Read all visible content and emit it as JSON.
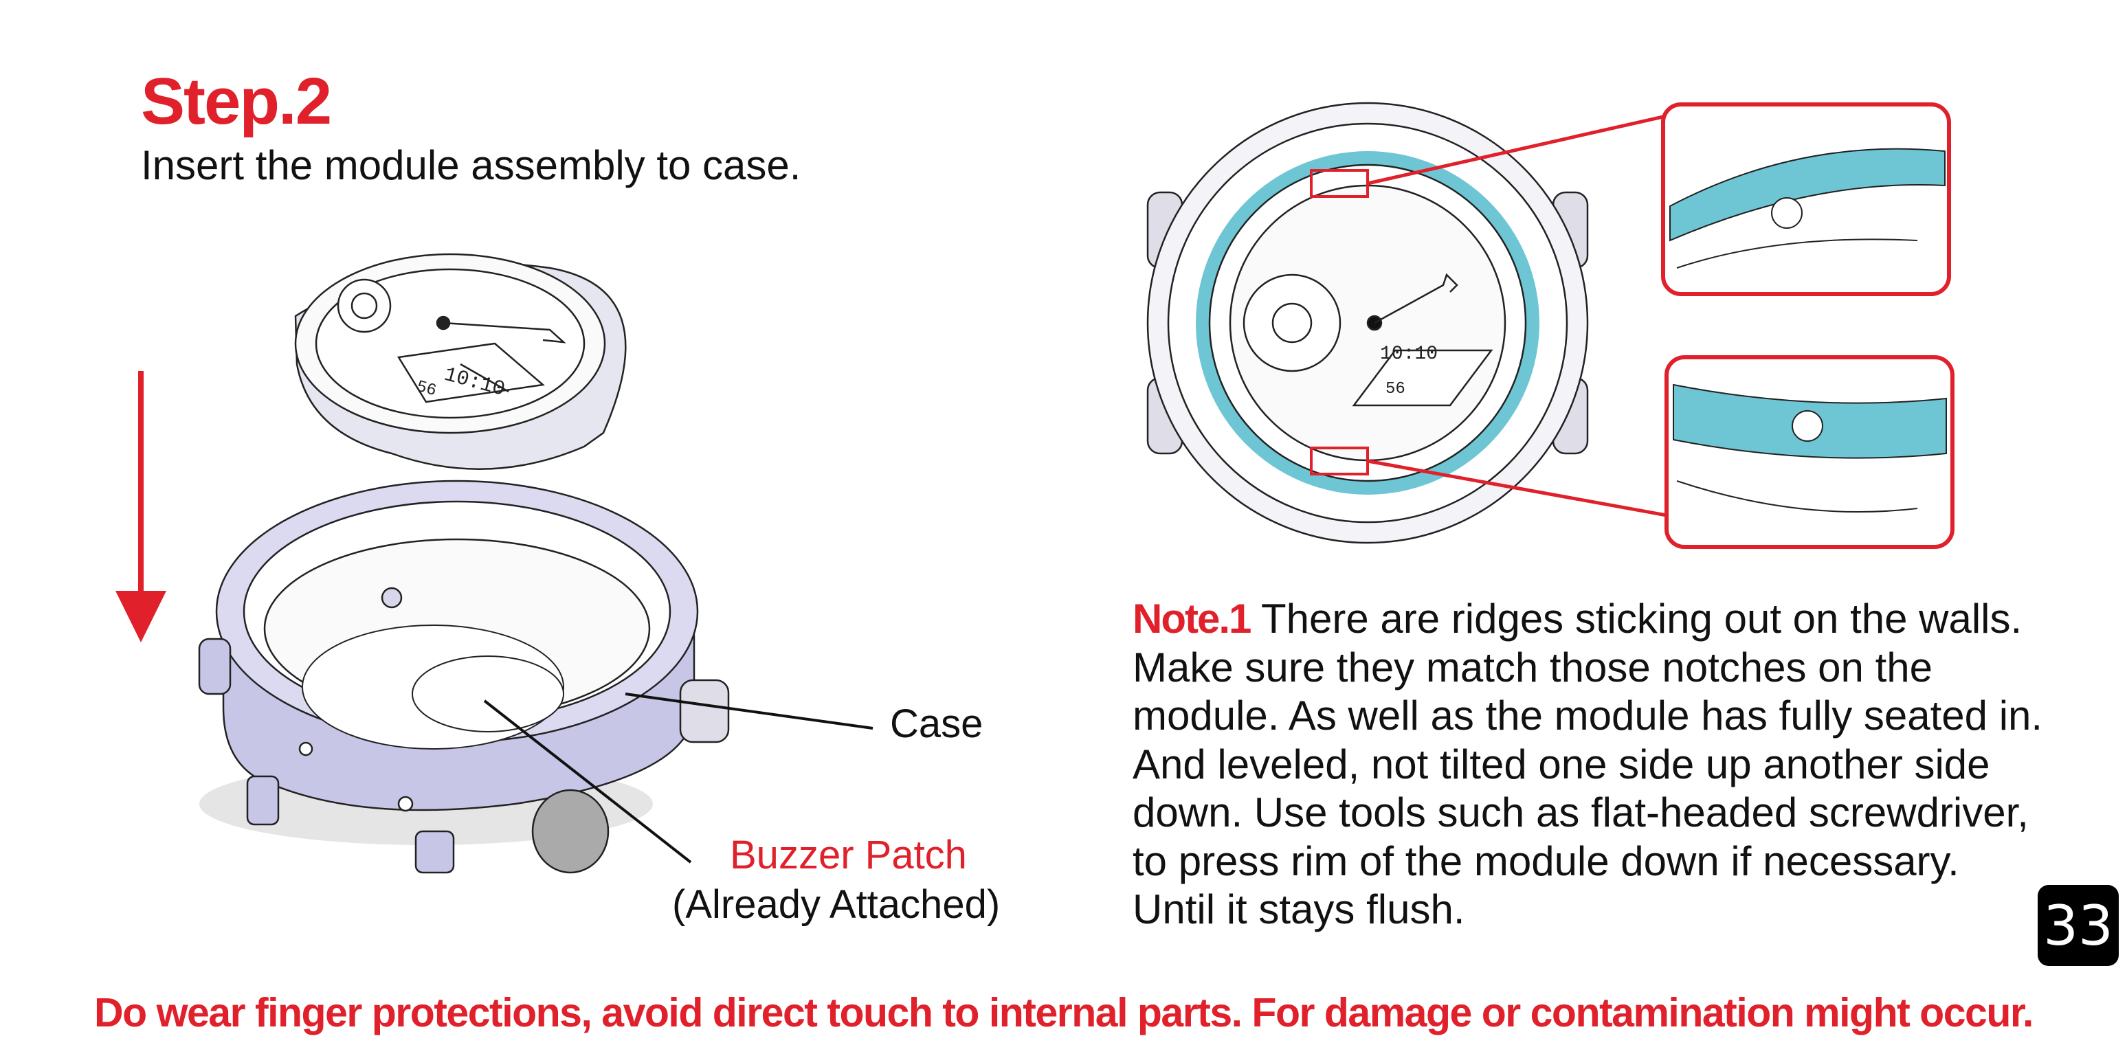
{
  "step": {
    "title": "Step.2",
    "instruction": "Insert the module assembly to case."
  },
  "callouts": {
    "case": "Case",
    "buzzer_patch": "Buzzer Patch",
    "buzzer_patch_note": "(Already Attached)"
  },
  "module_display": {
    "time": "10:10",
    "seconds": "56"
  },
  "note": {
    "label": "Note.1",
    "text": "There are ridges sticking out on the walls. Make sure they match those notches on the module. As well as the module has fully seated in. And leveled, not tilted one side up another side down. Use tools such as flat-headed screwdriver, to press rim of the module down if necessary. Until it stays flush."
  },
  "page_number": "33",
  "warning": "Do wear finger protections, avoid direct touch to internal parts. For damage or contamination might occur.",
  "colors": {
    "accent_red": "#e0202a",
    "highlight_cyan": "#6ec6d4",
    "case_lavender": "#c8c6e6"
  }
}
